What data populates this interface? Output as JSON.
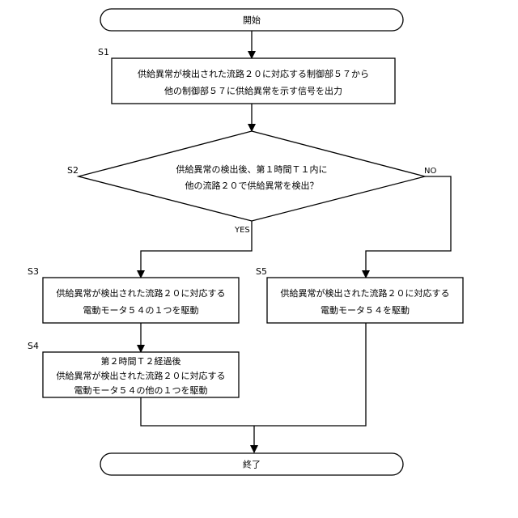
{
  "flowchart": {
    "start": {
      "text": "開始"
    },
    "end": {
      "text": "終了"
    },
    "s1": {
      "label": "S1",
      "lines": [
        "供給異常が検出された流路２０に対応する制御部５７から",
        "他の制御部５７に供給異常を示す信号を出力"
      ]
    },
    "s2": {
      "label": "S2",
      "lines": [
        "供給異常の検出後、第１時間Ｔ１内に",
        "他の流路２０で供給異常を検出？"
      ],
      "yes": "YES",
      "no": "NO"
    },
    "s3": {
      "label": "S3",
      "lines": [
        "供給異常が検出された流路２０に対応する",
        "電動モータ５４の１つを駆動"
      ]
    },
    "s4": {
      "label": "S4",
      "lines": [
        "第２時間Ｔ２経過後",
        "供給異常が検出された流路２０に対応する",
        "電動モータ５４の他の１つを駆動"
      ]
    },
    "s5": {
      "label": "S5",
      "lines": [
        "供給異常が検出された流路２０に対応する",
        "電動モータ５４を駆動"
      ]
    }
  }
}
